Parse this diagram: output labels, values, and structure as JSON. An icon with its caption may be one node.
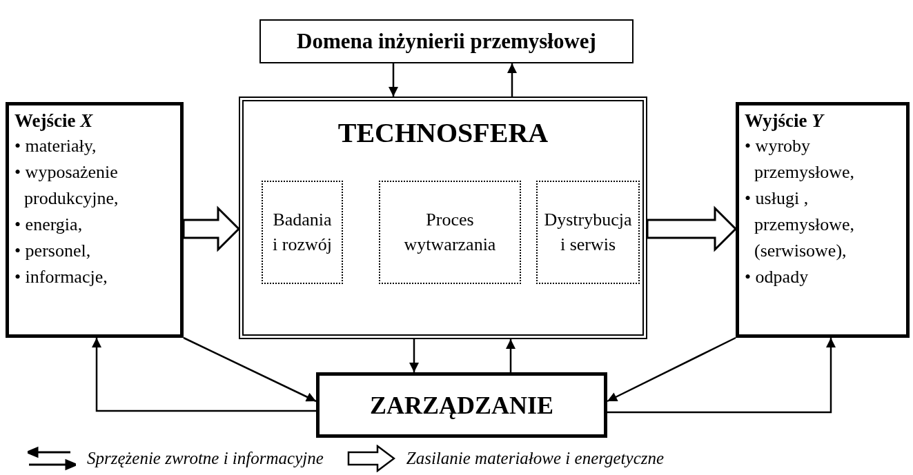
{
  "diagram": {
    "nodes": [
      {
        "text": [
          "Domena inżynierii przemysłowej"
        ]
      },
      {
        "text": [
          "Wejście *X*",
          "• materiały,",
          "• wyposażenie produkcyjne,",
          "• energia,",
          "• personel,",
          "• informacje,"
        ]
      },
      {
        "text": [
          "TECHNOSFERA"
        ]
      },
      {
        "text": [
          "Badania i rozwój"
        ],
        "in": 2
      },
      {
        "text": [
          "Proces wytwarzania"
        ],
        "in": 2
      },
      {
        "text": [
          "Dystrybucja i serwis"
        ],
        "in": 2
      },
      {
        "text": [
          "Wyjście *Y*",
          "• wyroby przemysłowe,",
          "• usługi , przemysłowe, (serwisowe),",
          "• odpady"
        ]
      },
      {
        "text": [
          "ZARZĄDZANIE"
        ]
      }
    ],
    "edges": [
      {
        "from": 0,
        "to": 2,
        "arrow": "to"
      },
      {
        "from": 2,
        "to": 0,
        "arrow": "to"
      },
      {
        "from": 1,
        "to": 2,
        "arrow": "to",
        "style": "thick"
      },
      {
        "from": 2,
        "to": 6,
        "arrow": "to",
        "style": "thick"
      },
      {
        "from": 2,
        "to": 7,
        "arrow": "to"
      },
      {
        "from": 7,
        "to": 2,
        "arrow": "to"
      },
      {
        "from": 1,
        "to": 7,
        "arrow": "to"
      },
      {
        "from": 7,
        "to": 1,
        "arrow": "to"
      },
      {
        "from": 6,
        "to": 7,
        "arrow": "to"
      },
      {
        "from": 7,
        "to": 6,
        "arrow": "to"
      }
    ],
    "legend": [
      {
        "text": "Sprzężenie zwrotne i informacyjne"
      },
      {
        "text": "Zasilanie materiałowe i  energetyczne"
      }
    ]
  }
}
